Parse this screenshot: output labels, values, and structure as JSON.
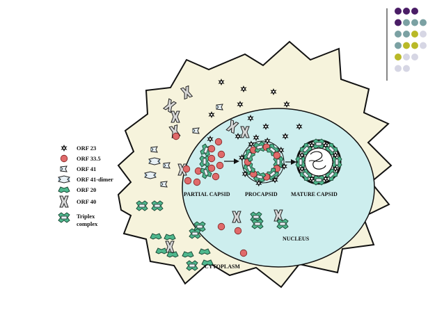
{
  "diagram": {
    "legend": [
      {
        "icon": "orf23-icon",
        "label": "ORF 23"
      },
      {
        "icon": "orf33-icon",
        "label": "ORF 33.5"
      },
      {
        "icon": "orf41-icon",
        "label": "ORF 41"
      },
      {
        "icon": "orf41-dimer-icon",
        "label": "ORF 41-dimer"
      },
      {
        "icon": "orf20-icon",
        "label": "ORF 20"
      },
      {
        "icon": "orf40-icon",
        "label": "ORF 40"
      },
      {
        "icon": "triplex-icon",
        "label_line1": "Triplex",
        "label_line2": "complex"
      }
    ],
    "labels": {
      "partial_capsid": "PARTIAL CAPSID",
      "procapsid": "PROCAPSID",
      "mature_capsid": "MATURE CAPSID",
      "nucleus": "NUCLEUS",
      "cytoplasm": "CYTOPLASM"
    },
    "colors": {
      "cell_fill": "#f6f3dc",
      "nucleus_fill": "#cdeeee",
      "red_sphere": "#e06a6a",
      "green_protein": "#4fb88e",
      "outline": "#111111"
    }
  },
  "decoration": {
    "dot_colors": [
      "#4a1d66",
      "#7ba1a3",
      "#b9b928",
      "#d6d6e4"
    ]
  }
}
